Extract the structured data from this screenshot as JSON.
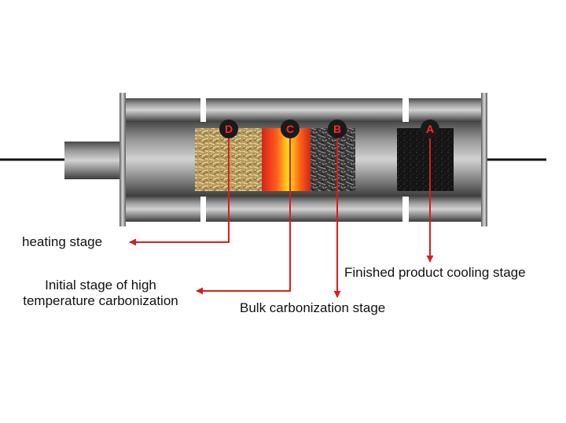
{
  "markers": [
    {
      "letter": "D"
    },
    {
      "letter": "C"
    },
    {
      "letter": "B"
    },
    {
      "letter": "A"
    }
  ],
  "labels": {
    "heating": "heating stage",
    "initial_line1": "Initial stage of high",
    "initial_line2": "temperature carbonization",
    "bulk": "Bulk carbonization stage",
    "cooling": "Finished product cooling stage"
  },
  "colors": {
    "arrow": "#d81e1e",
    "badge_fill": "#1a1a1a",
    "badge_text": "#ff2a2a",
    "hot_core": "#ffd21a",
    "hot_edge": "#e8321a"
  }
}
